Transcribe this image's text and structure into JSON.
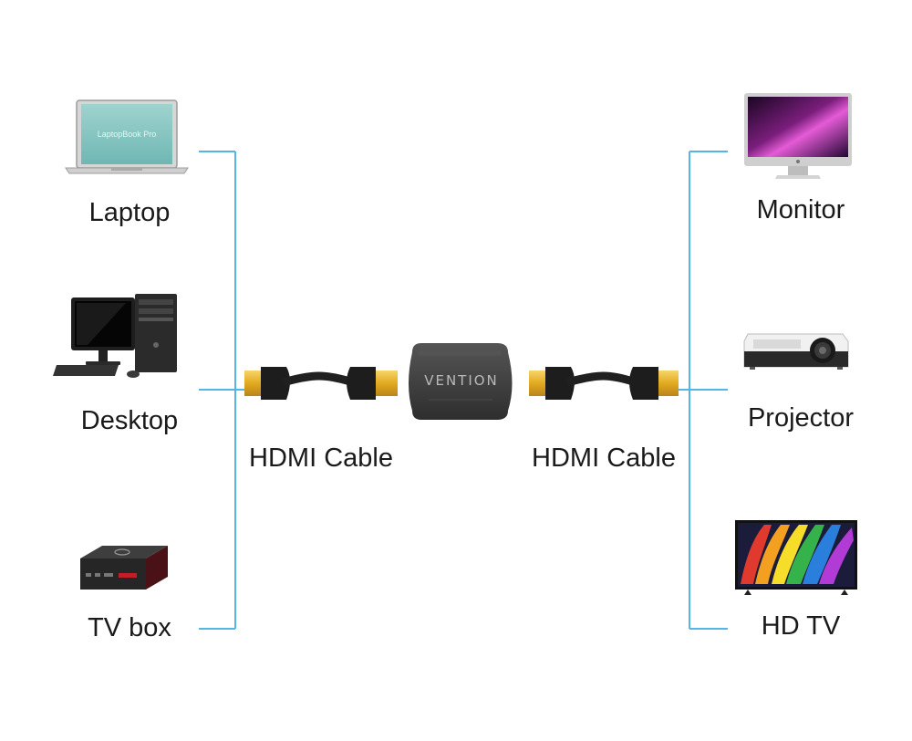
{
  "colors": {
    "connector_line": "#53b6e4",
    "cable_black": "#222222",
    "gold": "#e8b52a",
    "adapter_body": "#3a3a3a"
  },
  "sources": [
    {
      "label": "Laptop",
      "icon": "laptop-icon",
      "screen_text": "LaptopBook Pro"
    },
    {
      "label": "Desktop",
      "icon": "desktop-computer-icon"
    },
    {
      "label": "TV box",
      "icon": "tv-box-icon"
    }
  ],
  "displays": [
    {
      "label": "Monitor",
      "icon": "monitor-icon"
    },
    {
      "label": "Projector",
      "icon": "projector-icon"
    },
    {
      "label": "HD TV",
      "icon": "hd-tv-icon"
    }
  ],
  "cables": [
    {
      "label": "HDMI Cable",
      "icon": "hdmi-cable-icon"
    },
    {
      "label": "HDMI Cable",
      "icon": "hdmi-cable-icon"
    }
  ],
  "adapter": {
    "brand": "VENTION",
    "icon": "hdmi-coupler-icon"
  }
}
